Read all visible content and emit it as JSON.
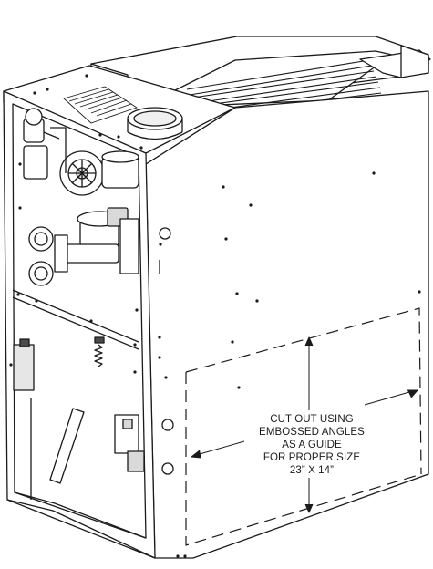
{
  "callout": {
    "lines": [
      "CUT OUT USING",
      "EMBOSSED ANGLES",
      "AS A GUIDE",
      "FOR PROPER SIZE",
      "23” X 14”"
    ]
  },
  "colors": {
    "line": "#1a1a1a",
    "panel": "#ffffff",
    "shade": "#d9d9d9",
    "dark": "#4a4a4a"
  },
  "icons": [
    "furnace-cabinet",
    "inducer-fan",
    "gas-valve",
    "pressure-switch",
    "flue-collar",
    "heat-exchanger-tubes"
  ]
}
